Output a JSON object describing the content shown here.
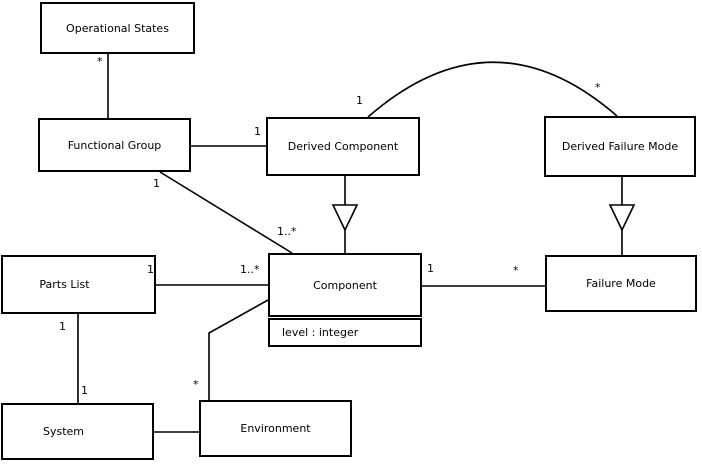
{
  "colors": {
    "line": "#000000",
    "background": "#ffffff",
    "box_fill": "#ffffff",
    "text": "#000000"
  },
  "classes": {
    "operational_states": {
      "name": "Operational States"
    },
    "functional_group": {
      "name": "Functional Group"
    },
    "derived_component": {
      "name": "Derived Component"
    },
    "derived_failure_mode": {
      "name": "Derived Failure Mode"
    },
    "component": {
      "name": "Component",
      "attribute": "level : integer"
    },
    "failure_mode": {
      "name": "Failure Mode"
    },
    "parts_list": {
      "name": "Parts List"
    },
    "system": {
      "name": "System"
    },
    "environment": {
      "name": "Environment"
    }
  },
  "multiplicities": {
    "opstates_fg": "*",
    "fg_dc": "1",
    "fg_comp_src": "1",
    "fg_comp_tgt": "1..*",
    "dc_arc": "1",
    "dfm_arc": "*",
    "comp_fm_src": "1",
    "comp_fm_tgt": "*",
    "pl_comp_src": "1",
    "pl_comp_tgt": "1..*",
    "pl_sys_src": "1",
    "pl_sys_tgt": "1",
    "comp_env": "*"
  }
}
